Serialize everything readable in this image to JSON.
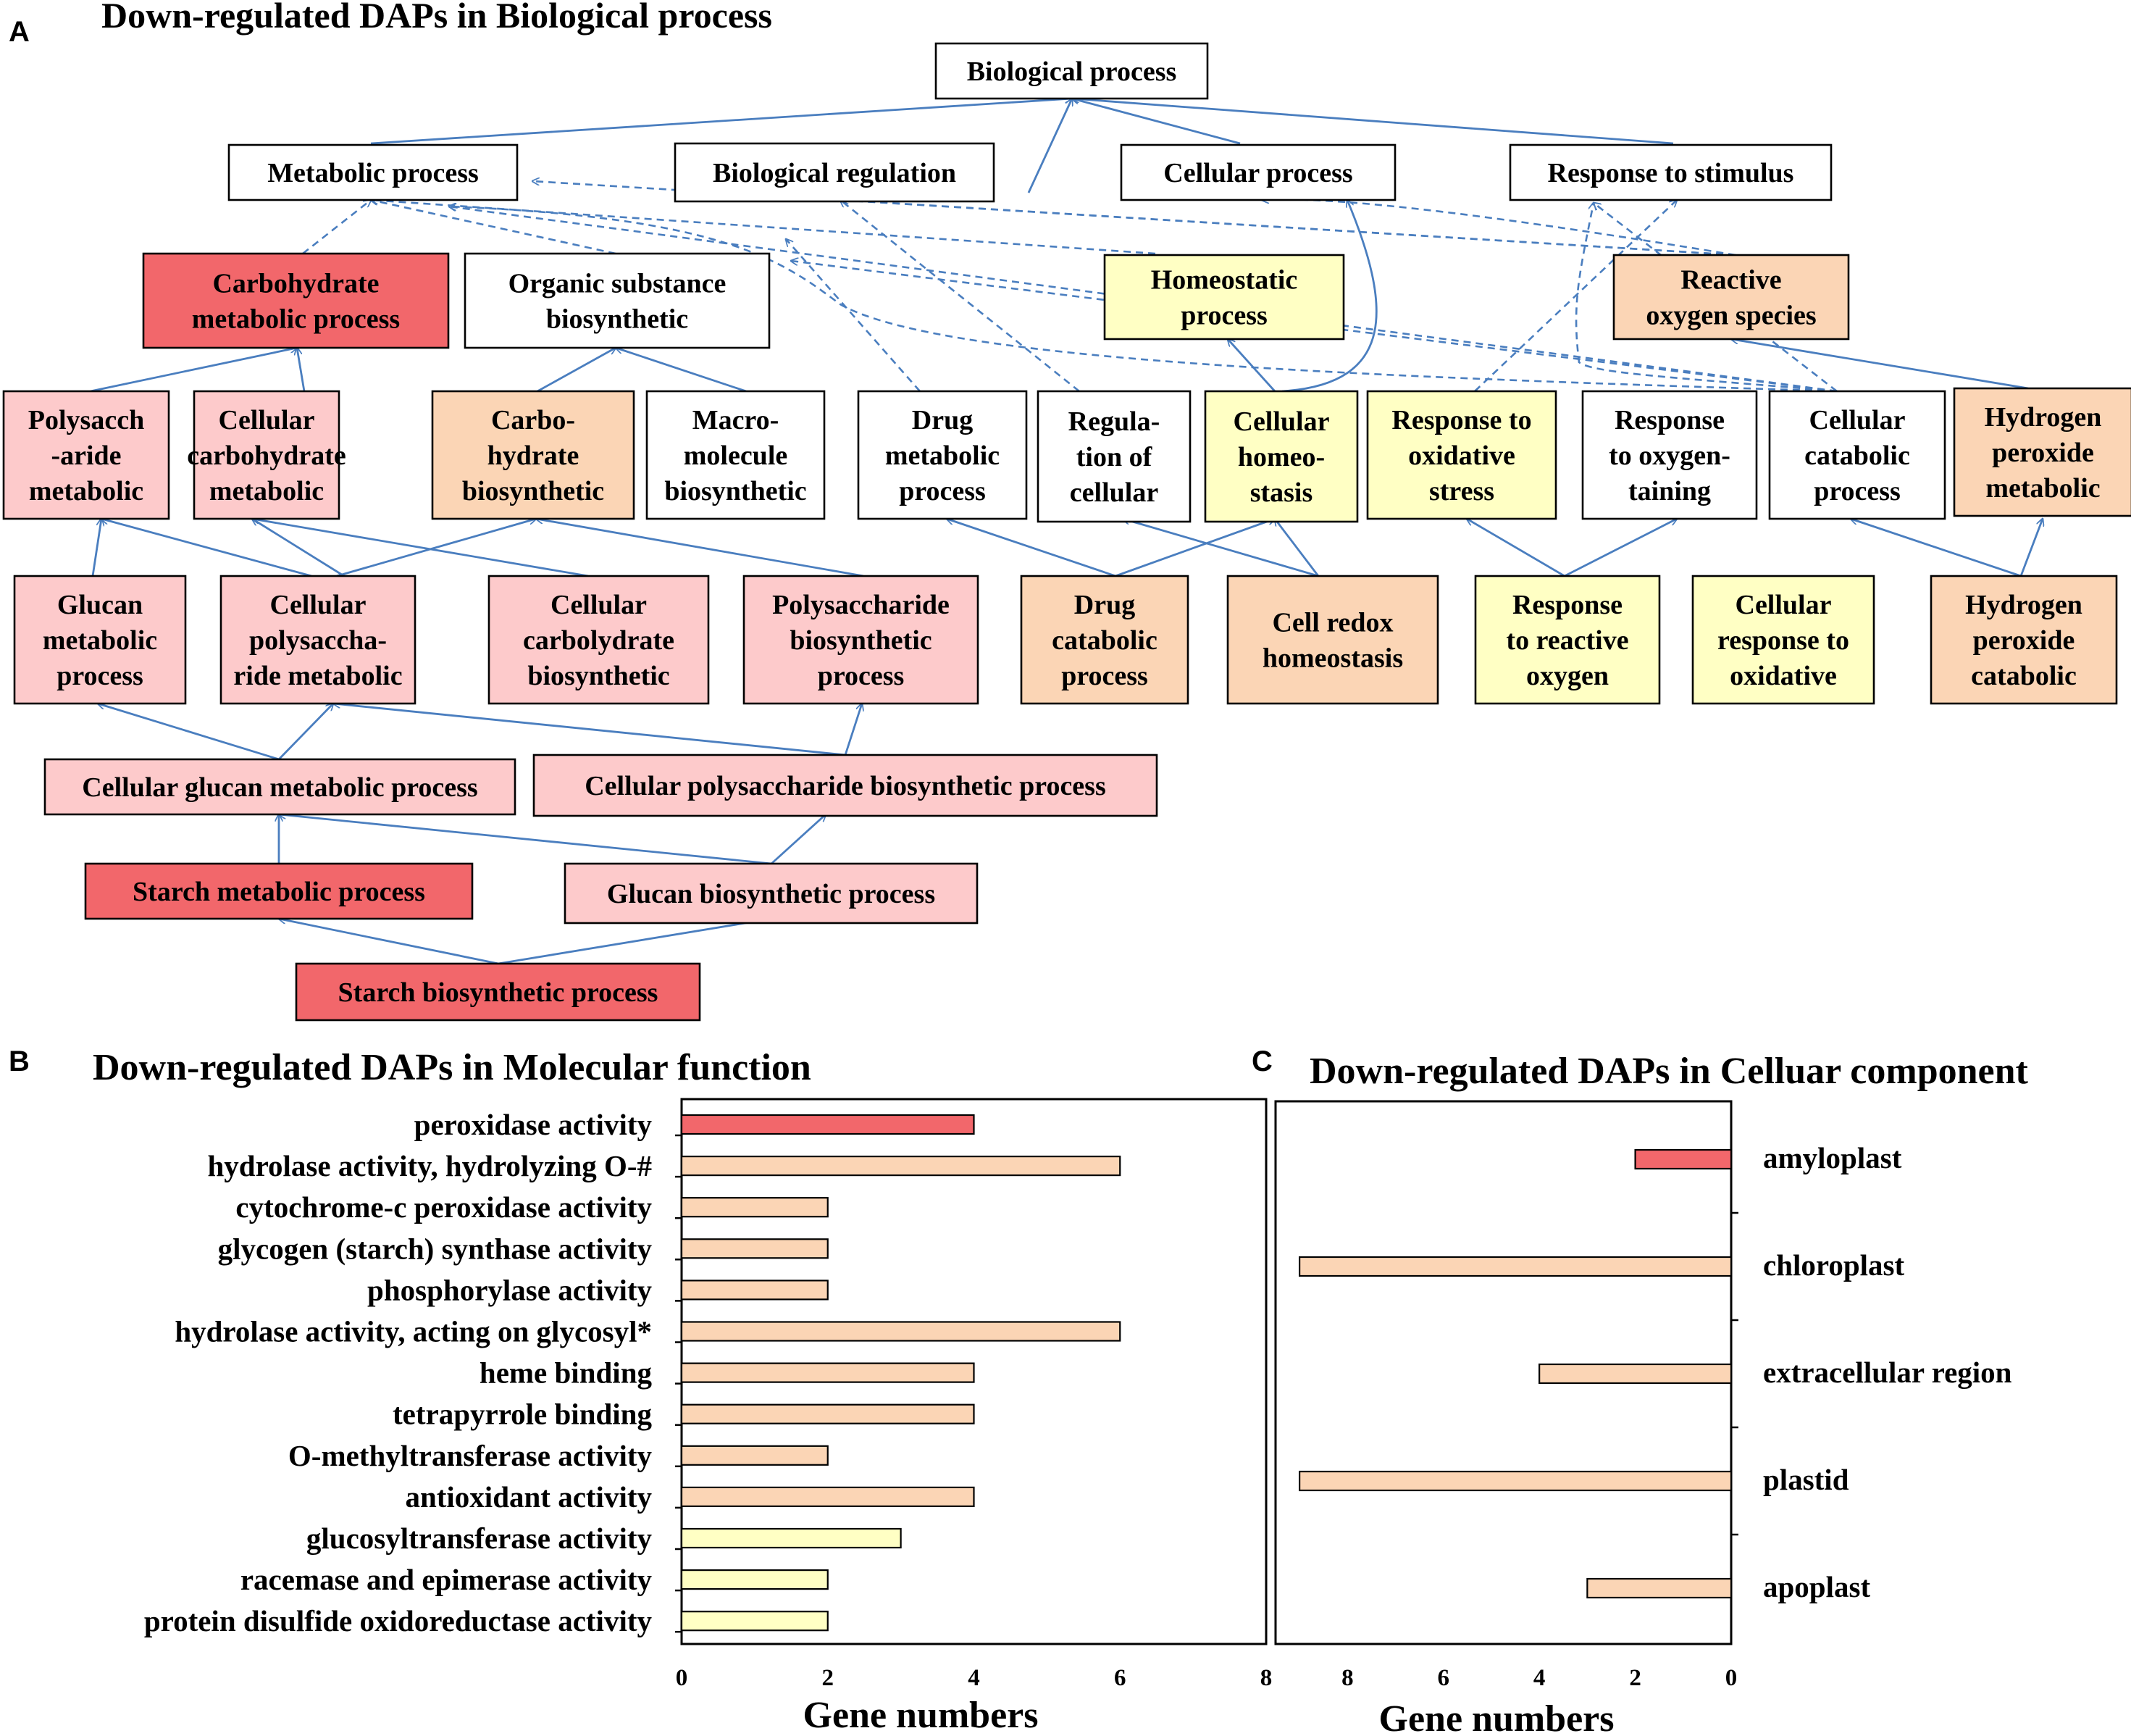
{
  "colors": {
    "red": "#f2676b",
    "pink": "#fdcacb",
    "peach": "#fbd5b5",
    "yellow": "#ffffc4",
    "white": "#ffffff",
    "edge": "#4a7ebf"
  },
  "panel_a": {
    "letter": "A",
    "title": "Down-regulated DAPs in Biological process",
    "nodes": [
      {
        "id": "bp",
        "lines": [
          "Biological process"
        ],
        "color": "white"
      },
      {
        "id": "mp",
        "lines": [
          "Metabolic process"
        ],
        "color": "white"
      },
      {
        "id": "br",
        "lines": [
          "Biological regulation"
        ],
        "color": "white"
      },
      {
        "id": "cp",
        "lines": [
          "Cellular process"
        ],
        "color": "white"
      },
      {
        "id": "rs",
        "lines": [
          "Response to stimulus"
        ],
        "color": "white"
      },
      {
        "id": "cmp",
        "lines": [
          "Carbohydrate",
          "metabolic process"
        ],
        "color": "red"
      },
      {
        "id": "osb",
        "lines": [
          "Organic substance",
          "biosynthetic"
        ],
        "color": "white"
      },
      {
        "id": "hp",
        "lines": [
          "Homeostatic",
          "process"
        ],
        "color": "yellow"
      },
      {
        "id": "ros",
        "lines": [
          "Reactive",
          "oxygen species"
        ],
        "color": "peach"
      },
      {
        "id": "pam",
        "lines": [
          "Polysacch",
          "-aride",
          "metabolic"
        ],
        "color": "pink"
      },
      {
        "id": "ccm",
        "lines": [
          "Cellular",
          "carbohydrate",
          "metabolic"
        ],
        "color": "pink"
      },
      {
        "id": "chb",
        "lines": [
          "Carbo-",
          "hydrate",
          "biosynthetic"
        ],
        "color": "peach"
      },
      {
        "id": "mmb",
        "lines": [
          "Macro-",
          "molecule",
          "biosynthetic"
        ],
        "color": "white"
      },
      {
        "id": "dmp",
        "lines": [
          "Drug",
          "metabolic",
          "process"
        ],
        "color": "white"
      },
      {
        "id": "roc",
        "lines": [
          "Regula-",
          "tion of",
          "cellular"
        ],
        "color": "white"
      },
      {
        "id": "chs",
        "lines": [
          "Cellular",
          "homeo-",
          "stasis"
        ],
        "color": "yellow"
      },
      {
        "id": "ros2",
        "lines": [
          "Response to",
          "oxidative",
          "stress"
        ],
        "color": "yellow"
      },
      {
        "id": "rot",
        "lines": [
          "Response",
          "to oxygen-",
          "taining"
        ],
        "color": "white"
      },
      {
        "id": "ccp",
        "lines": [
          "Cellular",
          "catabolic",
          "process"
        ],
        "color": "white"
      },
      {
        "id": "hpm",
        "lines": [
          "Hydrogen",
          "peroxide",
          "metabolic"
        ],
        "color": "peach"
      },
      {
        "id": "gmp",
        "lines": [
          "Glucan",
          "metabolic",
          "process"
        ],
        "color": "pink"
      },
      {
        "id": "cpm",
        "lines": [
          "Cellular",
          "polysaccha-",
          "ride metabolic"
        ],
        "color": "pink"
      },
      {
        "id": "cbb",
        "lines": [
          "Cellular",
          "carbolydrate",
          "biosynthetic"
        ],
        "color": "pink"
      },
      {
        "id": "psb",
        "lines": [
          "Polysaccharide",
          "biosynthetic",
          "process"
        ],
        "color": "pink"
      },
      {
        "id": "dcp",
        "lines": [
          "Drug",
          "catabolic",
          "process"
        ],
        "color": "peach"
      },
      {
        "id": "crh",
        "lines": [
          "Cell redox",
          "homeostasis"
        ],
        "color": "peach"
      },
      {
        "id": "rro",
        "lines": [
          "Response",
          "to reactive",
          "oxygen"
        ],
        "color": "yellow"
      },
      {
        "id": "cro",
        "lines": [
          "Cellular",
          "response to",
          "oxidative"
        ],
        "color": "yellow"
      },
      {
        "id": "hpc",
        "lines": [
          "Hydrogen",
          "peroxide",
          "catabolic"
        ],
        "color": "peach"
      },
      {
        "id": "cgm",
        "lines": [
          "Cellular glucan metabolic process"
        ],
        "color": "pink"
      },
      {
        "id": "cpb",
        "lines": [
          "Cellular polysaccharide biosynthetic process"
        ],
        "color": "pink"
      },
      {
        "id": "smp",
        "lines": [
          "Starch metabolic process"
        ],
        "color": "red"
      },
      {
        "id": "gbp",
        "lines": [
          "Glucan biosynthetic process"
        ],
        "color": "pink"
      },
      {
        "id": "sbp",
        "lines": [
          "Starch biosynthetic process"
        ],
        "color": "red"
      }
    ]
  },
  "chart_data": [
    {
      "type": "bar",
      "orientation": "horizontal",
      "letter": "B",
      "title": "Down-regulated DAPs in Molecular function",
      "xlabel": "Gene numbers",
      "xlim": [
        0,
        8
      ],
      "xticks": [
        0,
        2,
        4,
        6,
        8
      ],
      "categories": [
        "peroxidase activity",
        "hydrolase activity, hydrolyzing O-#",
        "cytochrome-c peroxidase activity",
        "glycogen (starch) synthase activity",
        "phosphorylase activity",
        "hydrolase activity, acting on glycosyl*",
        "heme binding",
        "tetrapyrrole binding",
        "O-methyltransferase activity",
        "antioxidant activity",
        "glucosyltransferase activity",
        "racemase and epimerase activity",
        "protein disulfide oxidoreductase activity"
      ],
      "values": [
        4,
        6,
        2,
        2,
        2,
        6,
        4,
        4,
        2,
        4,
        3,
        2,
        2
      ],
      "bar_colors": [
        "red",
        "peach",
        "peach",
        "peach",
        "peach",
        "peach",
        "peach",
        "peach",
        "peach",
        "peach",
        "yellow",
        "yellow",
        "yellow"
      ]
    },
    {
      "type": "bar",
      "orientation": "horizontal",
      "letter": "C",
      "title": "Down-regulated DAPs in Celluar component",
      "xlabel": "Gene numbers",
      "xlim": [
        9.5,
        0
      ],
      "xticks": [
        8,
        6,
        4,
        2,
        0
      ],
      "categories": [
        "amyloplast",
        "chloroplast",
        "extracellular  region",
        "plastid",
        "apoplast"
      ],
      "values": [
        2,
        9,
        4,
        9,
        3
      ],
      "bar_colors": [
        "red",
        "peach",
        "peach",
        "peach",
        "peach"
      ]
    }
  ]
}
